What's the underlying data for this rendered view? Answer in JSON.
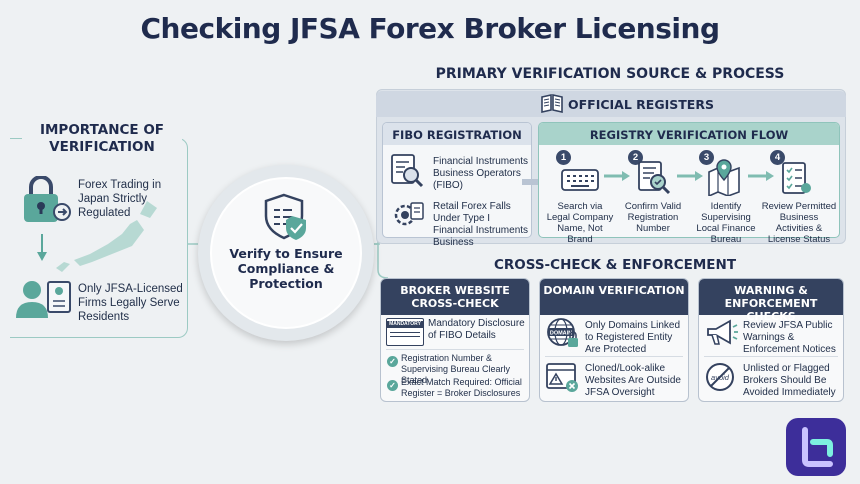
{
  "title": "Checking JFSA Forex Broker Licensing",
  "left": {
    "heading": "IMPORTANCE OF VERIFICATION",
    "items": [
      {
        "icon": "lock-japan-icon",
        "text": "Forex Trading in Japan Strictly Regulated"
      },
      {
        "icon": "person-license-icon",
        "text": "Only JFSA-Licensed Firms Legally Serve Residents"
      }
    ]
  },
  "center": {
    "text": "Verify to Ensure Compliance & Protection",
    "icon": "shield-check-icon"
  },
  "primary": {
    "heading": "PRIMARY VERIFICATION SOURCE & PROCESS",
    "registers_title": "OFFICIAL REGISTERS",
    "fibo": {
      "title": "FIBO REGISTRATION",
      "items": [
        {
          "icon": "document-search-icon",
          "text": "Financial Instruments Business Operators (FIBO)"
        },
        {
          "icon": "gear-document-icon",
          "text": "Retail Forex Falls Under Type I Financial Instruments Business"
        }
      ]
    },
    "flow": {
      "title": "REGISTRY VERIFICATION FLOW",
      "steps": [
        {
          "num": "1",
          "icon": "keyboard-icon",
          "text": "Search via Legal Company Name, Not Brand"
        },
        {
          "num": "2",
          "icon": "document-magnify-icon",
          "text": "Confirm Valid Registration Number"
        },
        {
          "num": "3",
          "icon": "map-pin-icon",
          "text": "Identify Supervising Local Finance Bureau"
        },
        {
          "num": "4",
          "icon": "checklist-icon",
          "text": "Review Permitted Business Activities & License Status"
        }
      ]
    }
  },
  "cross": {
    "heading": "CROSS-CHECK & ENFORCEMENT",
    "cards": [
      {
        "title": "BROKER WEBSITE CROSS-CHECK",
        "badge": "MANDATORY",
        "main": "Mandatory Disclosure of FIBO Details",
        "checks": [
          "Registration Number & Supervising Bureau Clearly Stated",
          "Exact Match Required: Official Register = Broker Disclosures"
        ]
      },
      {
        "title": "DOMAIN VERIFICATION",
        "badge": "DOMAIN",
        "items": [
          {
            "icon": "globe-lock-icon",
            "text": "Only Domains Linked to Registered Entity Are Protected"
          },
          {
            "icon": "warning-window-icon",
            "text": "Cloned/Look-alike Websites Are Outside JFSA Oversight"
          }
        ]
      },
      {
        "title": "WARNING & ENFORCEMENT CHECKS",
        "badge": "avoid",
        "items": [
          {
            "icon": "megaphone-icon",
            "text": "Review JFSA Public Warnings & Enforcement Notices"
          },
          {
            "icon": "avoid-icon",
            "text": "Unlisted or Flagged Brokers Should Be Avoided Immediately"
          }
        ]
      }
    ]
  },
  "colors": {
    "navy": "#1f2b4d",
    "teal": "#5aa79b",
    "logo": "#3d2e9a"
  }
}
